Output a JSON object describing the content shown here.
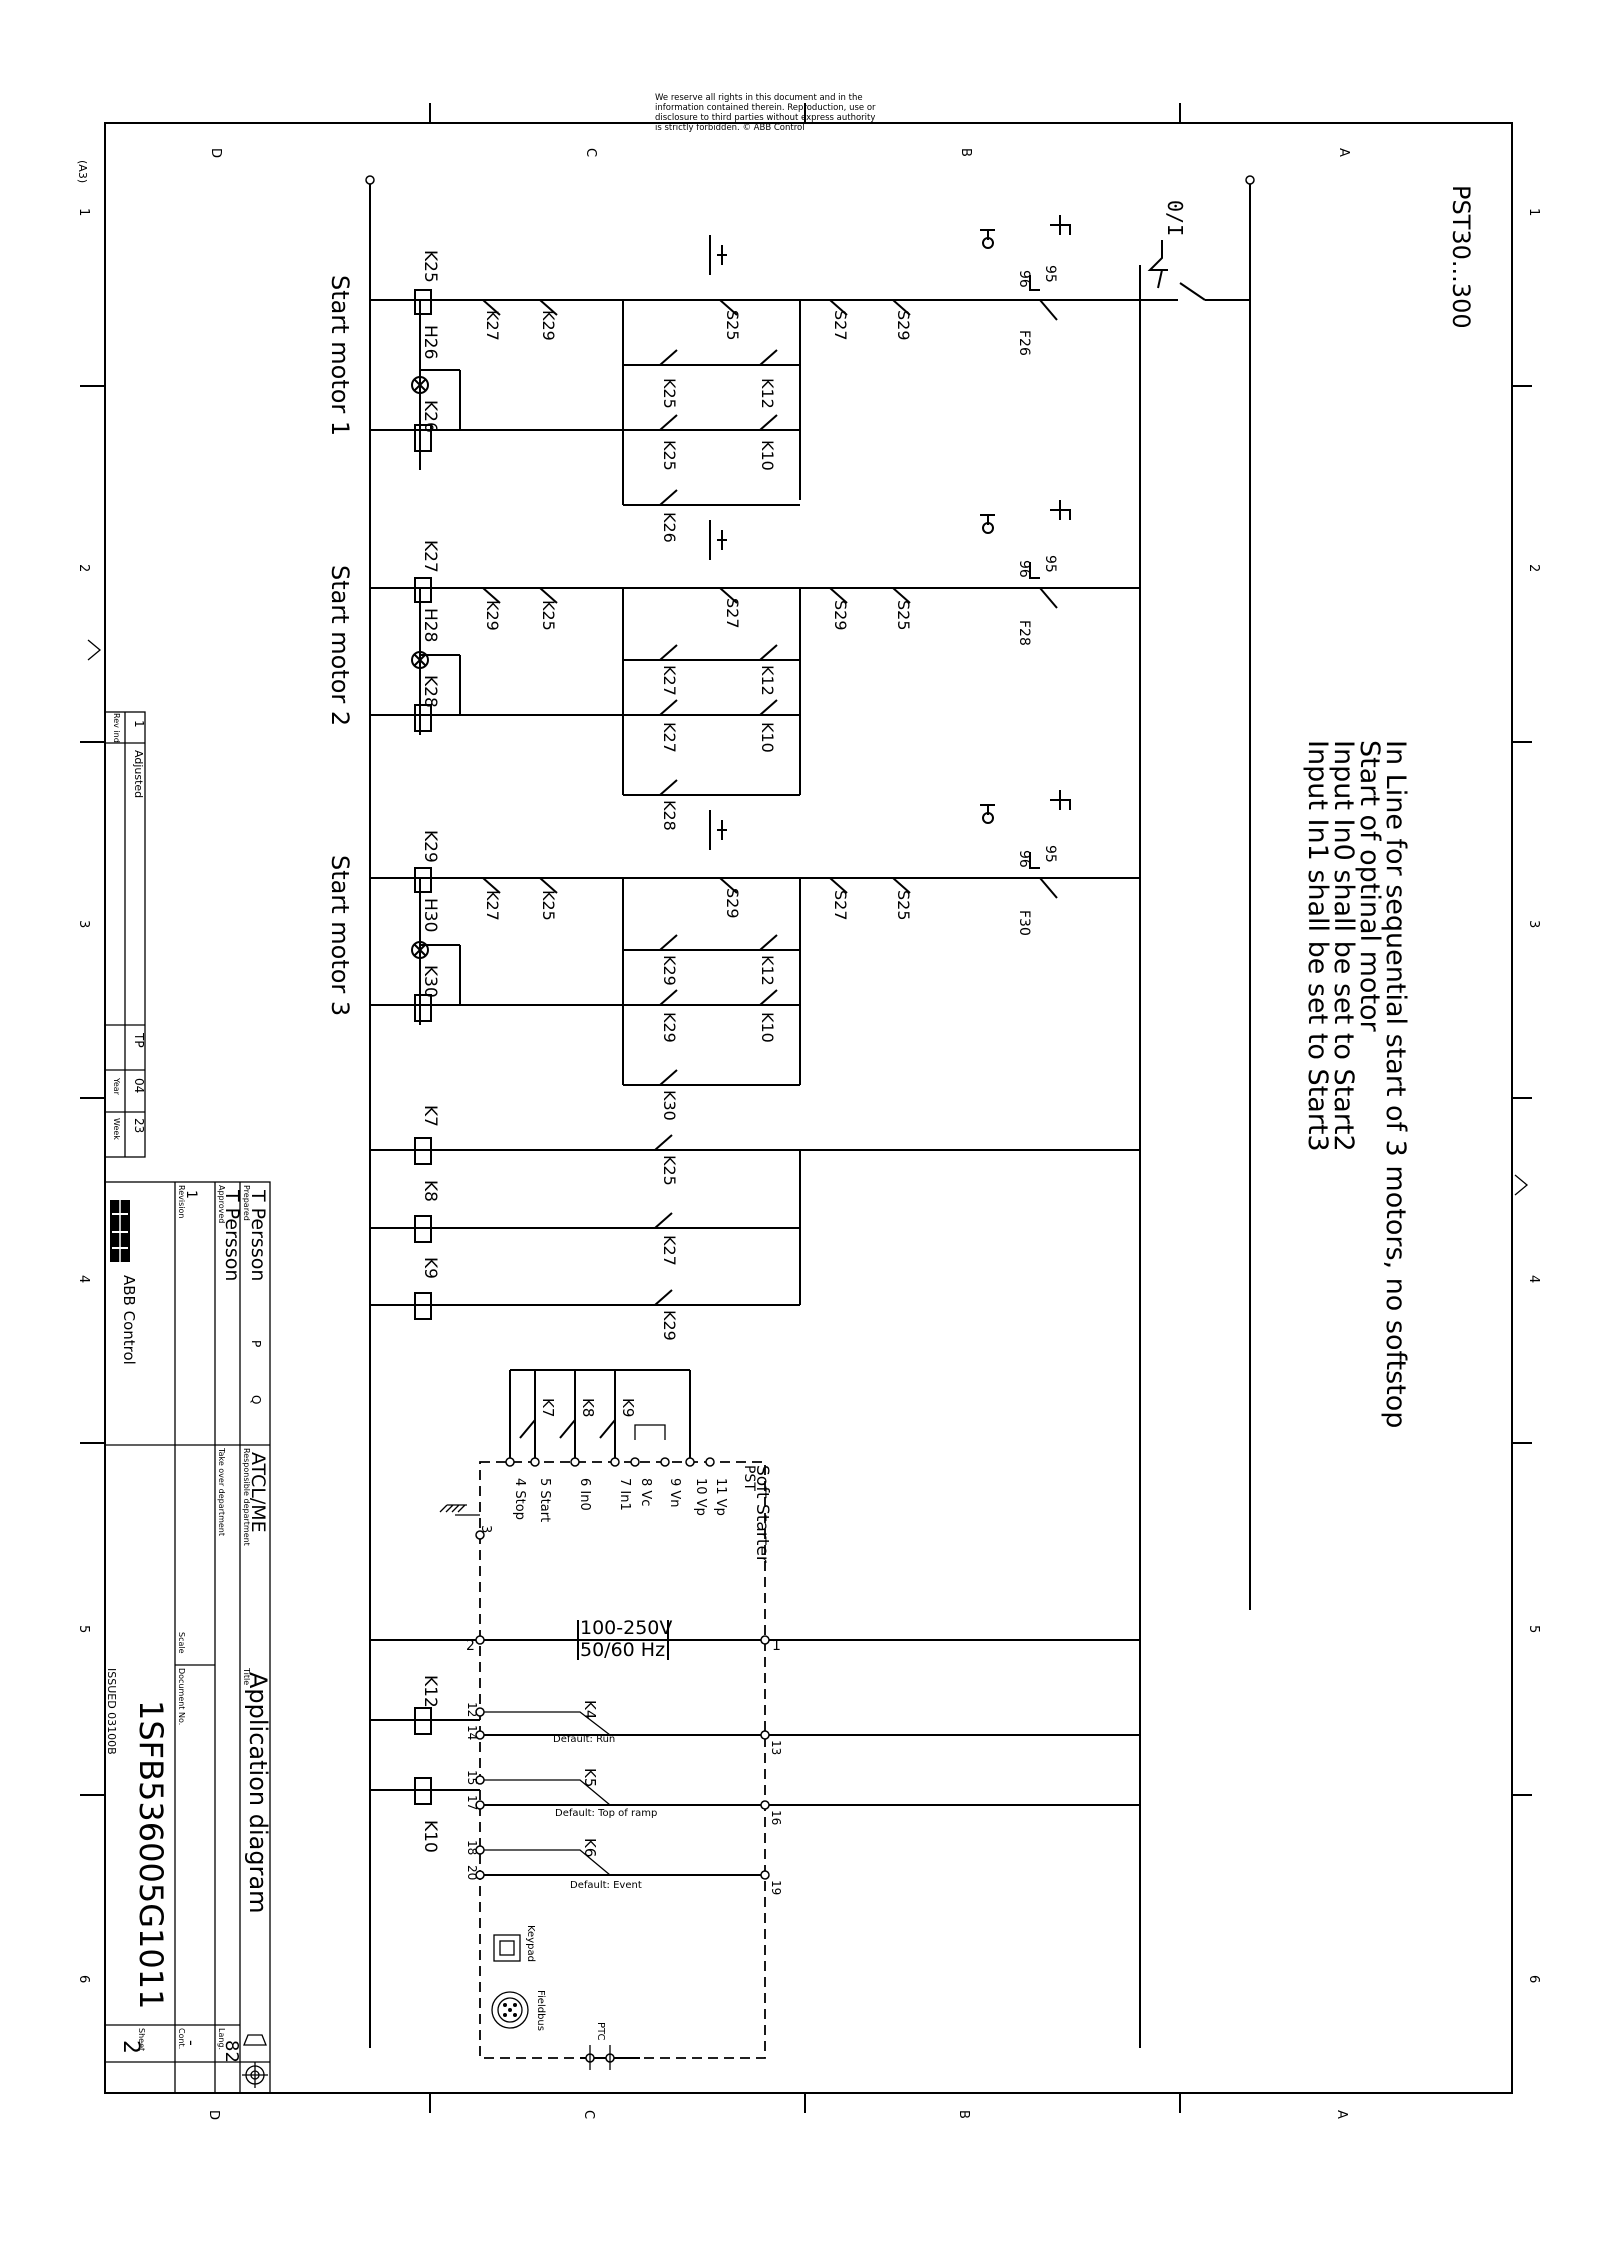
{
  "notice": {
    "line1": "We reserve all rights in this document and in the",
    "line2": "information contained therein. Reproduction, use or",
    "line3": "disclosure to third parties without express authority",
    "line4": "is strictly forbidden. © ABB Control"
  },
  "frame": {
    "sheet_size": "(A3)",
    "zones_rows": [
      "1",
      "2",
      "3",
      "4",
      "5",
      "6"
    ],
    "zones_cols": [
      "D",
      "C",
      "B",
      "A"
    ]
  },
  "header": {
    "product": "PST30...300",
    "note1": "In Line for sequential start of 3 motors, no softstop",
    "note2": "Start of optinal motor",
    "note3": "Input In0 shall be set to Start2",
    "note4": "Input In1 shall be set to Start3"
  },
  "motors": [
    {
      "label": "Start motor 1",
      "coil": "K25",
      "lamp": "H26",
      "aux": "K26",
      "series": [
        "K27",
        "K29"
      ],
      "pushbutton": "S25",
      "stop_contacts": [
        "S27",
        "S29"
      ],
      "holding": [
        "K25",
        "K12"
      ],
      "relay_contacts": [
        "K25",
        "K10"
      ],
      "lower": "K26",
      "fuse": "F26",
      "fuse_a": "95",
      "fuse_b": "96"
    },
    {
      "label": "Start motor 2",
      "coil": "K27",
      "lamp": "H28",
      "aux": "K28",
      "series": [
        "K29",
        "K25"
      ],
      "pushbutton": "S27",
      "stop_contacts": [
        "S29",
        "S25"
      ],
      "holding": [
        "K27",
        "K12"
      ],
      "relay_contacts": [
        "K27",
        "K10"
      ],
      "lower": "K28",
      "fuse": "F28",
      "fuse_a": "95",
      "fuse_b": "96"
    },
    {
      "label": "Start motor 3",
      "coil": "K29",
      "lamp": "H30",
      "aux": "K30",
      "series": [
        "K27",
        "K25"
      ],
      "pushbutton": "S29",
      "stop_contacts": [
        "S27",
        "S25"
      ],
      "holding": [
        "K29",
        "K12"
      ],
      "relay_contacts": [
        "K29",
        "K10"
      ],
      "lower": "K30",
      "fuse": "F30",
      "fuse_a": "95",
      "fuse_b": "96"
    }
  ],
  "main_switch": "0/I",
  "relays": {
    "coils": [
      "K7",
      "K8",
      "K9"
    ],
    "contacts": [
      "K25",
      "K27",
      "K29"
    ]
  },
  "softstarter": {
    "title": "Soft Starter",
    "subtitle": "PST",
    "input_contacts": [
      "K7",
      "K8",
      "K9"
    ],
    "terminals": [
      "11 Vp",
      "10 Vp",
      "9 Vn",
      "8 Vc",
      "7 In1",
      "6 In0",
      "5 Start",
      "4 Stop"
    ],
    "ground_terminal": "3",
    "supply_line1": "100-250V",
    "supply_line2": "50/60 Hz",
    "supply_left": "2",
    "supply_right": "1",
    "relays": [
      {
        "coil": "K12",
        "contact": "K4",
        "t_a": "12",
        "t_b": "14",
        "t_out": "13",
        "label": "Default: Run"
      },
      {
        "coil": "K10",
        "contact": "K5",
        "t_a": "15",
        "t_b": "17",
        "t_out": "16",
        "label": "Default: Top of ramp"
      },
      {
        "coil": "",
        "contact": "K6",
        "t_a": "18",
        "t_b": "20",
        "t_out": "19",
        "label": "Default: Event"
      }
    ],
    "keypad": "Keypad",
    "fieldbus": "Fieldbus",
    "ptc": "PTC"
  },
  "revision_table": {
    "rev": "1",
    "rev_label": "Rev ind",
    "desc": "Adjusted",
    "by": "TP",
    "year": "04",
    "year_label": "Year",
    "week": "23",
    "week_label": "Week"
  },
  "title_block": {
    "company": "ABB Control",
    "prepared_label": "Prepared",
    "prepared": "T Persson",
    "code_p": "P",
    "code_q": "Q",
    "approved_label": "Approved",
    "approved": "T Persson",
    "revision_label": "Revision",
    "revision": "1",
    "resp_label": "Responsible department",
    "resp": "ATCL/ME",
    "takeover_label": "Take over department",
    "scale_label": "Scale",
    "title_label": "Title",
    "title": "Application diagram",
    "docno_label": "Document No.",
    "docno": "1SFB536005G1011",
    "issued": "ISSUED 03100B",
    "lang_label": "Lang.",
    "lang": "82",
    "cont_label": "Cont.",
    "cont": "-",
    "sheet_label": "Sheet",
    "sheet": "2"
  }
}
